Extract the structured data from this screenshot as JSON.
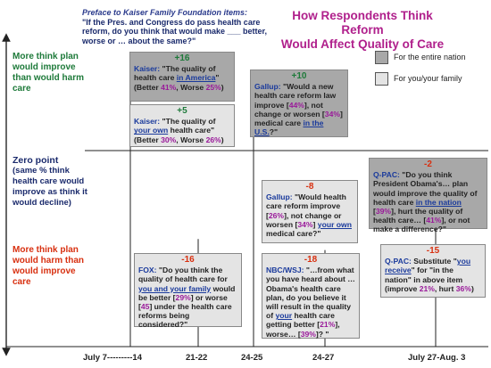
{
  "preface": {
    "title": "Preface to Kaiser Family Foundation items:",
    "text": "\"If the Pres. and Congress do pass health care reform, do you think that would make ___ better, worse or … about the same?\""
  },
  "title": {
    "line1": "How Respondents Think Reform",
    "line2": "Would Affect Quality of Care"
  },
  "legend": [
    {
      "label": "For the entire nation",
      "color": "#a8a8a8"
    },
    {
      "label": "For you/your family",
      "color": "#e4e4e4"
    }
  ],
  "side_labels": {
    "top": "More think plan would improve than would harm care",
    "zero_title": "Zero point",
    "zero_sub": "(same % think health care would improve as think it would decline)",
    "bottom": "More think plan would harm than would improve care"
  },
  "colors": {
    "positive": "#1e7a3a",
    "negative": "#d83010",
    "source": "#1a3a9c",
    "percent": "#9a1a9a",
    "title": "#b0208c",
    "nation": "#a8a8a8",
    "family": "#e4e4e4"
  },
  "chart_data": {
    "type": "scatter",
    "xlabel": "",
    "ylabel": "",
    "x_categories": [
      "July 7---------14",
      "21-22",
      "24-25",
      "24-27",
      "July 27-Aug. 3"
    ],
    "y_zero_label": "Zero point",
    "points": [
      {
        "score": "+16",
        "value": 16,
        "x_category": "July 7---------14",
        "scope": "nation",
        "source": "Kaiser:",
        "q1": "\"The quality of",
        "q2a": "health care ",
        "q2u": "in America",
        "q2b": "\"",
        "r_pre": "(Better ",
        "r_a": "41%",
        "r_mid": ", Worse ",
        "r_b": "25%",
        "r_post": ")"
      },
      {
        "score": "+5",
        "value": 5,
        "x_category": "July 7---------14",
        "scope": "family",
        "source": "Kaiser:",
        "q1": "\"The quality of",
        "q2u": "your own",
        "q2b": " health care\"",
        "r_pre": "(Better ",
        "r_a": "30%",
        "r_mid": ", Worse ",
        "r_b": "26%",
        "r_post": ")"
      },
      {
        "score": "+10",
        "value": 10,
        "x_category": "24-25",
        "scope": "nation",
        "source": "Gallup:",
        "t1": " \"Would a new health care reform law improve [",
        "p1": "44%",
        "t2": "], not change or worsen [",
        "p2": "34%",
        "t3": "] medical care ",
        "u1": "in the U.S.",
        "t4": "?\""
      },
      {
        "score": "-2",
        "value": -2,
        "x_category": "July 27-Aug. 3",
        "scope": "nation",
        "source": "Q-PAC:",
        "t1": " \"Do you think President Obama's… plan would improve the quality of health care ",
        "u1": "in the nation",
        "t2": " [",
        "p1": "39%",
        "t3": "], hurt the quality of health care… [",
        "p2": "41%",
        "t4": "], or not make a difference?\""
      },
      {
        "score": "-8",
        "value": -8,
        "x_category": "24-25",
        "scope": "family",
        "source": "Gallup:",
        "t1": " \"Would health care reform improve [",
        "p1": "26%",
        "t2": "], not change or worsen [",
        "p2": "34%",
        "t3": "] ",
        "u1": "your own",
        "t4": " medical care?\""
      },
      {
        "score": "-16",
        "value": -16,
        "x_category": "21-22",
        "scope": "family",
        "source": "FOX:",
        "t1": " \"Do you think the quality of health care for ",
        "u1": "you and your family",
        "t2": " would be better [",
        "p1": "29%",
        "t3": "] or worse [",
        "p2": "45",
        "t4": "] under the health care reforms being considered?\""
      },
      {
        "score": "-18",
        "value": -18,
        "x_category": "24-27",
        "scope": "family",
        "source": "NBC/WSJ:",
        "t1": " \"…from what you have heard about …Obama's health care plan, do you believe it will result in the quality of ",
        "u1": "your",
        "t2": " health care getting better [",
        "p1": "21%",
        "t3": "], worse… [",
        "p2": "39%",
        "t4": "]? \""
      },
      {
        "score": "-15",
        "value": -15,
        "x_category": "July 27-Aug. 3",
        "scope": "family",
        "source": "Q-PAC:",
        "t1": " Substitute \"",
        "u1": "you receive",
        "t2": "\" for \"in the nation\" in above item (improve ",
        "p1": "21%",
        "t3": ", hurt ",
        "p2": "36%",
        "t4": ")"
      }
    ]
  }
}
